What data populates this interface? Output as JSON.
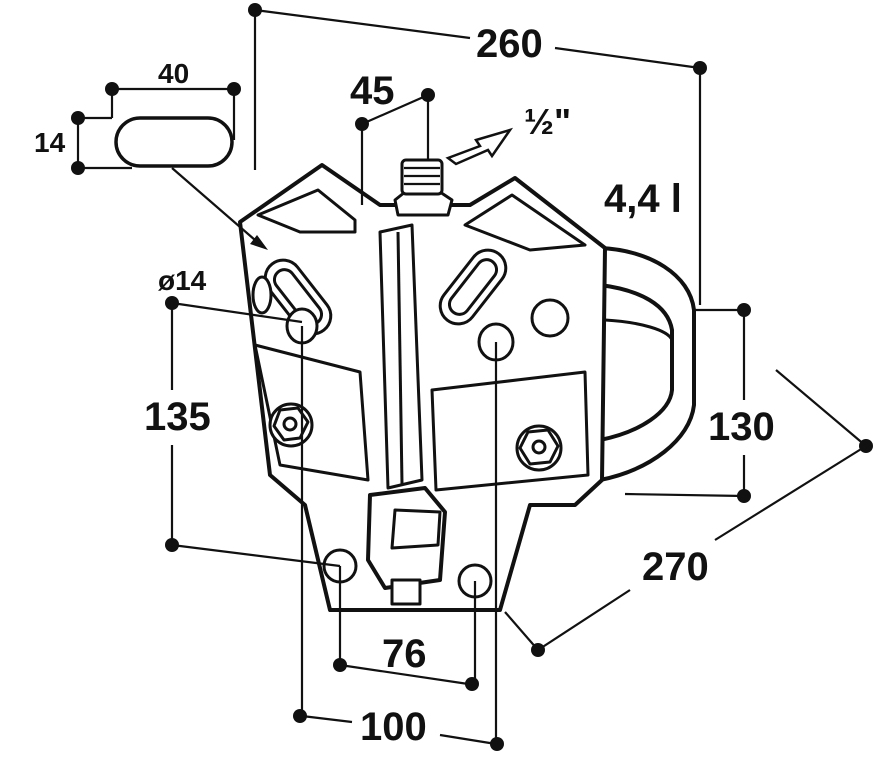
{
  "dimensions": {
    "overall_width": "260",
    "slot_length": "40",
    "slot_height": "14",
    "pipe_offset": "45",
    "thread": "½\"",
    "volume": "4,4 l",
    "hole_diameter": "ø14",
    "vertical_holes": "135",
    "bowl_height": "130",
    "depth": "270",
    "hole_spacing_inner": "76",
    "hole_spacing_outer": "100"
  }
}
